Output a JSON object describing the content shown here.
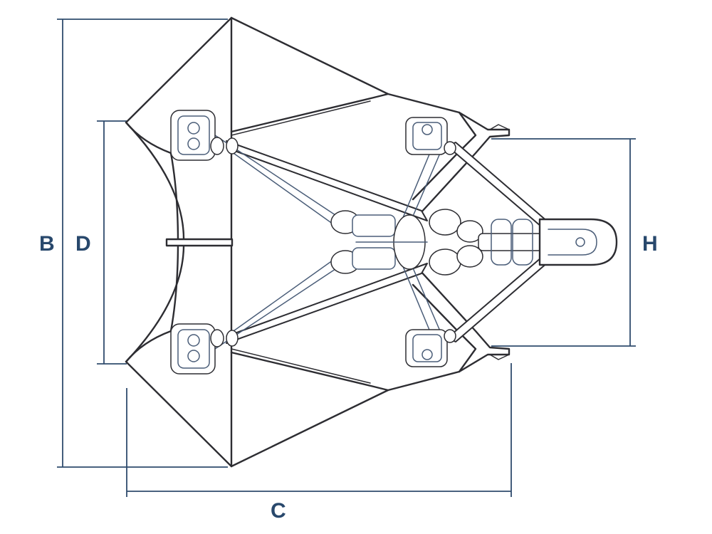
{
  "drawing": {
    "colors": {
      "outline": "#2d2d32",
      "hardware": "#4a5d78",
      "dimension": "#2f4b6d",
      "label": "#28486c",
      "background": "#ffffff"
    },
    "dimensions": [
      {
        "id": "B",
        "label": "B",
        "orientation": "vertical"
      },
      {
        "id": "D",
        "label": "D",
        "orientation": "vertical"
      },
      {
        "id": "H",
        "label": "H",
        "orientation": "vertical"
      },
      {
        "id": "C",
        "label": "C",
        "orientation": "horizontal"
      }
    ]
  }
}
